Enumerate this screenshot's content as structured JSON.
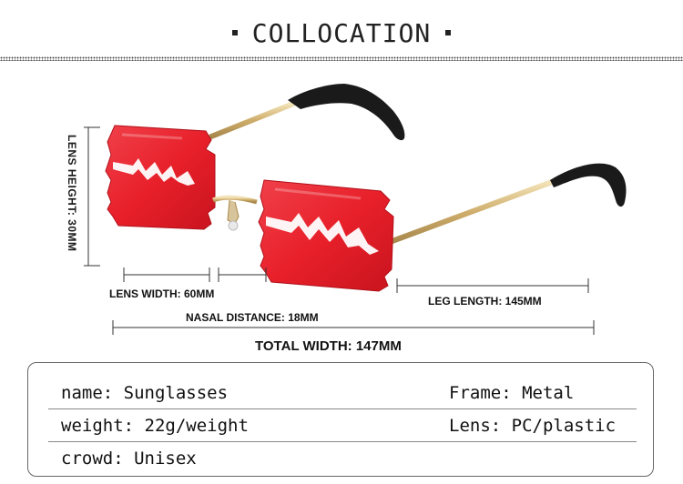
{
  "header": {
    "title": "COLLOCATION"
  },
  "dimensions": {
    "lens_height": "LENS HEIGHT: 30MM",
    "lens_width": "LENS WIDTH: 60MM",
    "leg_length": "LEG LENGTH: 145MM",
    "nasal_distance": "NASAL DISTANCE: 18MM",
    "total_width": "TOTAL WIDTH: 147MM"
  },
  "colors": {
    "lens": "#e8202a",
    "frame": "#d4b77c",
    "temple_tip": "#1a1a1a"
  },
  "specs": {
    "rows": [
      {
        "left": "name: Sunglasses",
        "right": "Frame: Metal"
      },
      {
        "left": "weight: 22g/weight",
        "right": "Lens: PC/plastic"
      },
      {
        "left": "crowd: Unisex",
        "right": ""
      }
    ]
  }
}
